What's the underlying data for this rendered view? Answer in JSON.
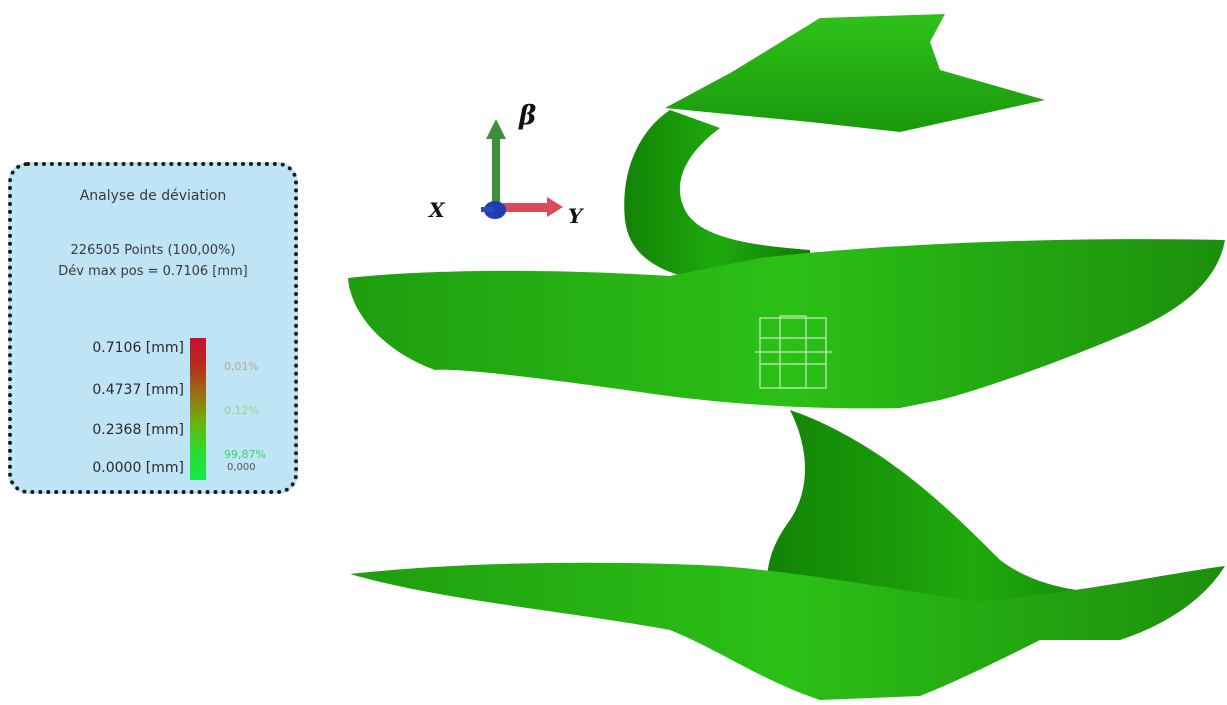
{
  "deviation_panel": {
    "title": "Analyse de déviation",
    "points": "226505 Points (100,00%)",
    "dev_max": "Dév max pos = 0.7106 [mm]",
    "scale_labels": [
      "0.7106 [mm]",
      "0.4737 [mm]",
      "0.2368 [mm]",
      "0.0000 [mm]"
    ],
    "percentages": [
      {
        "value": "0,01%",
        "color": "#b7a98a"
      },
      {
        "value": "0,12%",
        "color": "#8fd982"
      },
      {
        "value": "99,87%",
        "color": "#2fd96a"
      }
    ],
    "min_value": "0,000",
    "colors": {
      "max": "#c8102e",
      "mid": "#6fae0e",
      "min": "#14e84a"
    }
  },
  "axes": {
    "vertical_label": "β",
    "left_label": "X",
    "right_label": "Y",
    "colors": {
      "vertical": "#3e8e3e",
      "horizontal": "#d94a5a",
      "origin": "#1f3fb0"
    }
  },
  "model": {
    "surface_color": "#22b011",
    "selection_marker": "selection-box-icon"
  }
}
